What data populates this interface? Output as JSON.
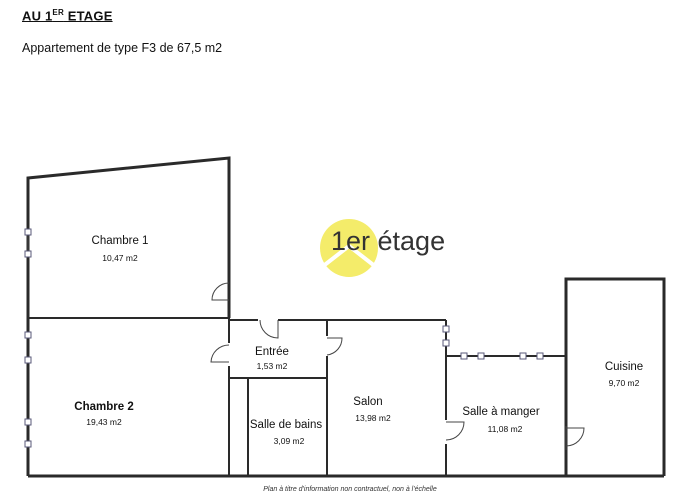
{
  "header": {
    "title_prefix": "AU 1",
    "title_sup": "ER",
    "title_suffix": " ETAGE",
    "subtitle": "Appartement de type F3 de 67,5 m2"
  },
  "watermark": {
    "text": "1er étage",
    "logo_color": "#f4ec6a"
  },
  "rooms": {
    "chambre1": {
      "name": "Chambre 1",
      "area": "10,47 m2"
    },
    "chambre2": {
      "name": "Chambre 2",
      "area": "19,43 m2"
    },
    "entree": {
      "name": "Entrée",
      "area": "1,53 m2"
    },
    "sdb": {
      "name": "Salle de bains",
      "area": "3,09 m2"
    },
    "salon": {
      "name": "Salon",
      "area": "13,98 m2"
    },
    "sam": {
      "name": "Salle à manger",
      "area": "11,08 m2"
    },
    "cuisine": {
      "name": "Cuisine",
      "area": "9,70 m2"
    }
  },
  "footer": {
    "note": "Plan à titre d'information non contractuel, non à l'échelle"
  }
}
